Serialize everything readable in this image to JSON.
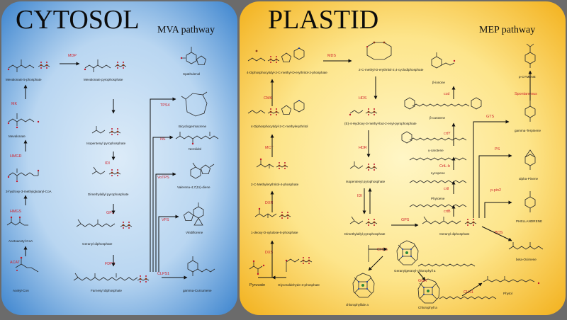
{
  "panels": {
    "cytosol": {
      "title": "CYTOSOL",
      "pathway": "MVA pathway",
      "color_center": "#dcebf8",
      "color_edge": "#3f86cf"
    },
    "plastid": {
      "title": "PLASTID",
      "pathway": "MEP pathway",
      "color_center": "#fff6c6",
      "color_edge": "#f3b21f"
    }
  },
  "cytosol": {
    "compounds": {
      "acetyl_coa": "Acetyl-CoA",
      "acetoacetyl_coa": "Acetoacetyl-CoA",
      "hmg_coa": "3-hydroxy-3-methylglutaryl-CoA",
      "mevalonate": "Mevalonate",
      "mevalonate_5p": "Mevalonate 5-phosphate",
      "mevalonate_pp": "Mevalonate pyrophosphate",
      "ipp": "Isopentenyl pyrophosphate",
      "dmapp": "Dimethylallyl pyrophosphate",
      "gpp": "Geranyl diphosphate",
      "fpp": "Farnesyl diphosphate",
      "spathulenol": "Spathulenol",
      "bicyclogermacrene": "Bicyclogermacrene",
      "nerolidol": "Nerolidol",
      "valerena": "Valerena-4,7(11)-diene",
      "viridiflorene": "Viridiflorene",
      "curcumene": "gamma-Curcumene"
    },
    "enzymes": {
      "acat": "ACAT",
      "hmgs": "HMGS",
      "hmgr": "HMGR",
      "mk": "MK",
      "mdp": "MDP",
      "idi": "IDI",
      "gps": "GPS",
      "fdps": "FDPS",
      "tps4": "TPS4",
      "ns": "NS",
      "vatps": "VoTPS",
      "vfs": "VFS",
      "clps1": "CLPS1"
    }
  },
  "plastid": {
    "compounds": {
      "pyruvate": "Pyruvate",
      "g3p": "Glyceraldehyde-3-phosphate",
      "dxp": "1-deoxy-D-xylulose-5-phosphate",
      "mep": "2-C-Methylerythritol-4-phosphate",
      "cdp_me": "4-Diphosphocytidyl-2-C-methylerythritol",
      "cdp_mep": "4-Diphosphocytidyl-2-C-methyl-D-erythritol-2-phosphate",
      "mecpp": "2-C-methyl-D-erythritol-2,4-cyclodiphosphate",
      "hmbpp": "(E)-4-Hydroxy-3-methyl-but-2-enyl-pyrophosphate",
      "ipp": "Isopentenyl pyrophosphate",
      "dmapp": "Dimethylallyl pyrophosphate",
      "gpp": "Geranyl diphosphate",
      "phytoene": "Phytoene",
      "lycopene": "Lycopene",
      "g_carotene": "γ-carotene",
      "b_carotene": "β-carotene",
      "b_ionone": "β-ionone",
      "ggchl": "Geranylgeranyl-chlorophyll a",
      "chlide": "chlorophyllide a",
      "chla": "Chlorophyll a",
      "phytol": "Phytol",
      "cymene": "p-CYMENE",
      "terpinene": "gamma-Terpinene",
      "pinene": "alpha-Pinene",
      "phellandrene": "PHELLANDRENE",
      "ocimene": "beta-Ocimene"
    },
    "enzymes": {
      "dxs": "DXS",
      "dxr": "DXR",
      "mct": "MCT",
      "cmk": "CMK",
      "mds": "MDS",
      "hds": "HDS",
      "hdr": "HDR",
      "idi": "IDI",
      "gps": "GPS",
      "crtb": "crtB",
      "crti": "crtI",
      "crtlb": "CrtL-b",
      "crty": "crtY",
      "ccd": "ccd",
      "gts": "GTS",
      "ps": "PS",
      "spont": "Spontaneous",
      "ppin2": "p-pin2",
      "bos": "BOS",
      "chlg": "CHLG",
      "ggr": "GGR",
      "clh1": "CLH1"
    }
  }
}
